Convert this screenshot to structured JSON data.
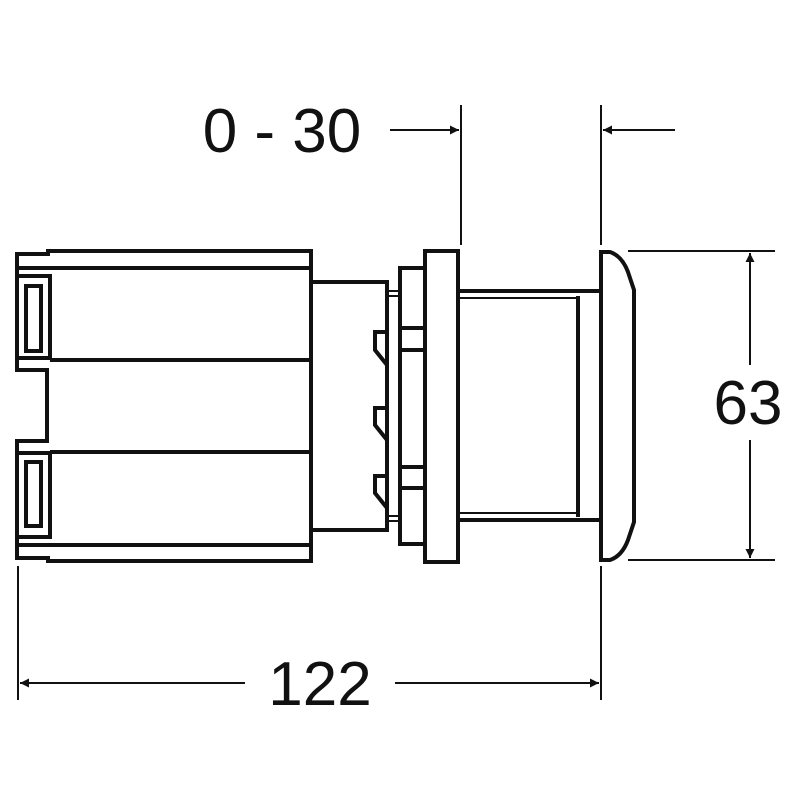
{
  "drawing": {
    "dimensions": {
      "adjustment_range": "0 - 30",
      "height": "63",
      "overall_length": "122"
    },
    "line_color": "#111111",
    "background": "#ffffff"
  }
}
